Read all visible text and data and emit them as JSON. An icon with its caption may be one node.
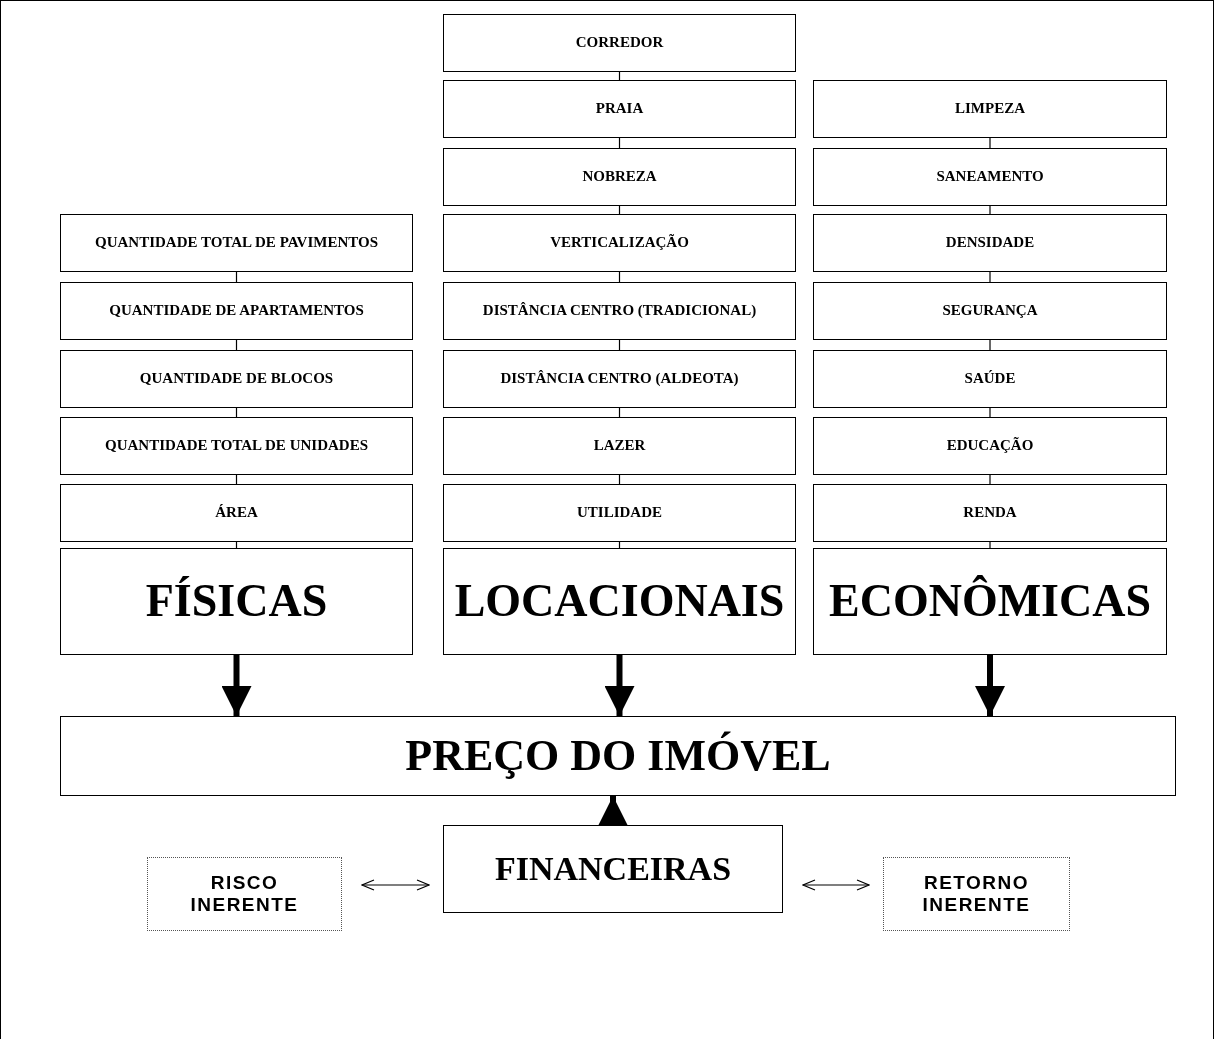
{
  "diagram": {
    "nodes": [
      {
        "text": [
          "QUANTIDADE TOTAL DE PAVIMENTOS"
        ]
      },
      {
        "text": [
          "QUANTIDADE DE APARTAMENTOS"
        ]
      },
      {
        "text": [
          "QUANTIDADE DE BLOCOS"
        ]
      },
      {
        "text": [
          "QUANTIDADE TOTAL DE UNIDADES"
        ]
      },
      {
        "text": [
          "ÁREA"
        ]
      },
      {
        "text": [
          "FÍSICAS"
        ]
      },
      {
        "text": [
          "CORREDOR"
        ]
      },
      {
        "text": [
          "PRAIA"
        ]
      },
      {
        "text": [
          "NOBREZA"
        ]
      },
      {
        "text": [
          "VERTICALIZAÇÃO"
        ]
      },
      {
        "text": [
          "DISTÂNCIA CENTRO (TRADICIONAL)"
        ]
      },
      {
        "text": [
          "DISTÂNCIA CENTRO (ALDEOTA)"
        ]
      },
      {
        "text": [
          "LAZER"
        ]
      },
      {
        "text": [
          "UTILIDADE"
        ]
      },
      {
        "text": [
          "LOCACIONAIS"
        ]
      },
      {
        "text": [
          "LIMPEZA"
        ]
      },
      {
        "text": [
          "SANEAMENTO"
        ]
      },
      {
        "text": [
          "DENSIDADE"
        ]
      },
      {
        "text": [
          "SEGURANÇA"
        ]
      },
      {
        "text": [
          "SAÚDE"
        ]
      },
      {
        "text": [
          "EDUCAÇÃO"
        ]
      },
      {
        "text": [
          "RENDA"
        ]
      },
      {
        "text": [
          "ECONÔMICAS"
        ]
      },
      {
        "text": [
          "PREÇO DO IMÓVEL"
        ]
      },
      {
        "text": [
          "RISCO INERENTE"
        ]
      },
      {
        "text": [
          "FINANCEIRAS"
        ]
      },
      {
        "text": [
          "RETORNO INERENTE"
        ]
      }
    ],
    "edges": [
      {
        "from": 0,
        "to": 1,
        "arrow": "none"
      },
      {
        "from": 1,
        "to": 2,
        "arrow": "none"
      },
      {
        "from": 2,
        "to": 3,
        "arrow": "none"
      },
      {
        "from": 3,
        "to": 4,
        "arrow": "none"
      },
      {
        "from": 4,
        "to": 5,
        "arrow": "none"
      },
      {
        "from": 6,
        "to": 7,
        "arrow": "none"
      },
      {
        "from": 7,
        "to": 8,
        "arrow": "none"
      },
      {
        "from": 8,
        "to": 9,
        "arrow": "none"
      },
      {
        "from": 9,
        "to": 10,
        "arrow": "none"
      },
      {
        "from": 10,
        "to": 11,
        "arrow": "none"
      },
      {
        "from": 11,
        "to": 12,
        "arrow": "none"
      },
      {
        "from": 12,
        "to": 13,
        "arrow": "none"
      },
      {
        "from": 13,
        "to": 14,
        "arrow": "none"
      },
      {
        "from": 15,
        "to": 16,
        "arrow": "none"
      },
      {
        "from": 16,
        "to": 17,
        "arrow": "none"
      },
      {
        "from": 17,
        "to": 18,
        "arrow": "none"
      },
      {
        "from": 18,
        "to": 19,
        "arrow": "none"
      },
      {
        "from": 19,
        "to": 20,
        "arrow": "none"
      },
      {
        "from": 20,
        "to": 21,
        "arrow": "none"
      },
      {
        "from": 21,
        "to": 22,
        "arrow": "none"
      },
      {
        "from": 5,
        "to": 23,
        "arrow": "to",
        "style": "thick"
      },
      {
        "from": 14,
        "to": 23,
        "arrow": "to",
        "style": "thick"
      },
      {
        "from": 22,
        "to": 23,
        "arrow": "to",
        "style": "thick"
      },
      {
        "from": 25,
        "to": 23,
        "arrow": "to",
        "style": "thick"
      },
      {
        "from": 24,
        "to": 25,
        "arrow": "both"
      },
      {
        "from": 25,
        "to": 26,
        "arrow": "both"
      }
    ]
  }
}
